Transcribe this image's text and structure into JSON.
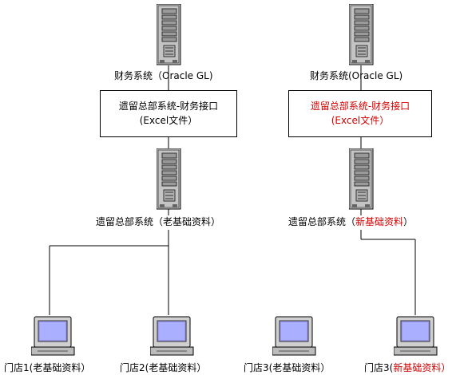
{
  "colors": {
    "highlight": "#d40000",
    "line": "#000000"
  },
  "top_left": {
    "server_label": "财务系统（Oracle GL)",
    "interface_line1": "遗留总部系统-财务接口",
    "interface_line2": "(Excel文件）",
    "hq_label_prefix": "遗留总部系统（",
    "hq_label_suffix": "老基础资料）"
  },
  "top_right": {
    "server_label": "财务系统(Oracle GL)",
    "interface_line1": "遗留总部系统-财务接口",
    "interface_line2": "(Excel文件）",
    "hq_label_prefix": "遗留总部系统（",
    "hq_label_highlight": "新基础资料",
    "hq_label_suffix": "）"
  },
  "stores": [
    {
      "prefix": "门店1(",
      "text": "老基础资料）",
      "highlight": false
    },
    {
      "prefix": "门店2(",
      "text": "老基础资料）",
      "highlight": false
    },
    {
      "prefix": "门店3(",
      "text": "老基础资料）",
      "highlight": false
    },
    {
      "prefix": "门店3(",
      "text": "新基础资料）",
      "highlight": true
    }
  ],
  "icons": {
    "server": "server-tower-icon",
    "workstation": "desktop-computer-icon"
  }
}
